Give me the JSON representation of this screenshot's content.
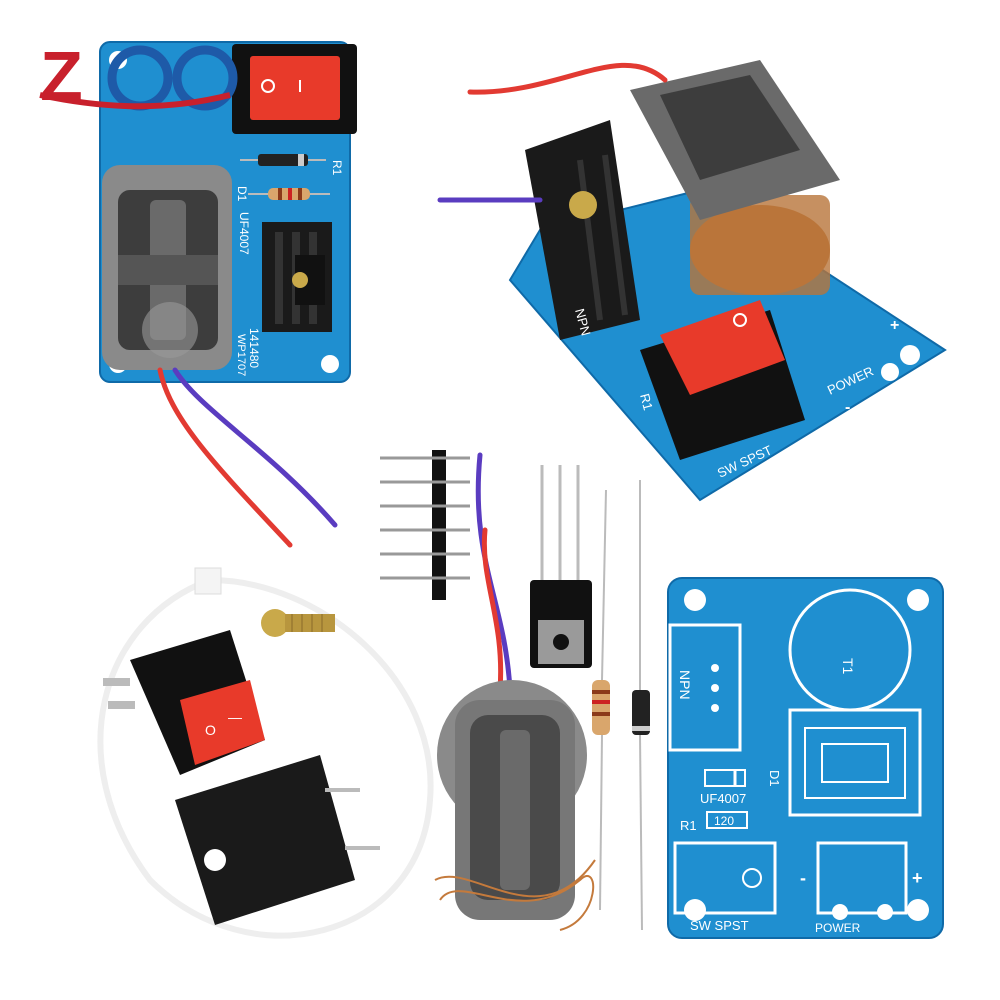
{
  "logo": {
    "text": "ZQC",
    "colors": {
      "z": "#c8202c",
      "qc": "#1e5aa8"
    }
  },
  "colors": {
    "pcb_blue": "#1f8fd0",
    "pcb_dark": "#0f6aa8",
    "switch_red": "#e83a2a",
    "switch_body": "#111111",
    "heatsink": "#1a1a1a",
    "ferrite": "#555555",
    "copper": "#c47a3c",
    "wire_red": "#e23a32",
    "wire_purple": "#5a3cc0",
    "zip_tie": "#eeeeee"
  },
  "assembled_top_left": {
    "labels": {
      "diode": "UF4007",
      "r1": "R1",
      "d1": "D1",
      "code": "141480",
      "part": "WP1707"
    }
  },
  "assembled_top_right": {
    "labels": {
      "npn": "NPN",
      "r1": "R1",
      "power": "POWER",
      "switch": "SW SPST",
      "plus": "+",
      "minus": "-"
    }
  },
  "blank_pcb": {
    "labels": {
      "t1": "T1",
      "npn": "NPN",
      "d1": "D1",
      "diode": "UF4007",
      "r1": "R1",
      "resistor": "120",
      "switch": "SW SPST",
      "power": "POWER",
      "plus": "+",
      "minus": "-"
    }
  },
  "loose_parts": {
    "switch_marks": {
      "on": "—",
      "off": "O"
    }
  }
}
